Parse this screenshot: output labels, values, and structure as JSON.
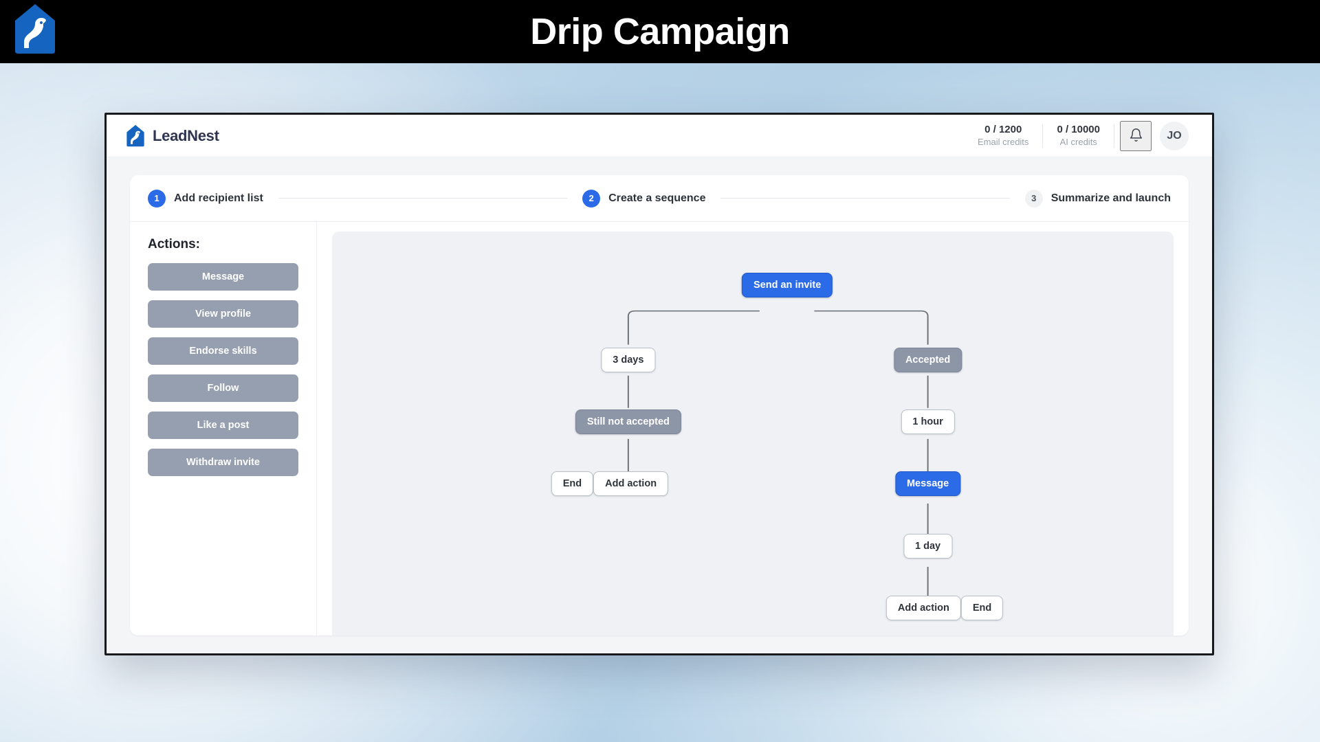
{
  "banner": {
    "title": "Drip Campaign",
    "logo_icon": "bird-nest-logo-icon"
  },
  "app_header": {
    "brand_icon": "bird-nest-logo-icon",
    "brand_name": "LeadNest",
    "credits": [
      {
        "value": "0 / 1200",
        "label": "Email credits"
      },
      {
        "value": "0 / 10000",
        "label": "AI credits"
      }
    ],
    "bell_icon": "notification-bell-icon",
    "avatar_initials": "JO"
  },
  "stepper": {
    "steps": [
      {
        "number": "1",
        "label": "Add recipient list",
        "state": "active"
      },
      {
        "number": "2",
        "label": "Create a sequence",
        "state": "active"
      },
      {
        "number": "3",
        "label": "Summarize and launch",
        "state": "idle"
      }
    ]
  },
  "actions": {
    "title": "Actions:",
    "items": [
      {
        "label": "Message"
      },
      {
        "label": "View profile"
      },
      {
        "label": "Endorse skills"
      },
      {
        "label": "Follow"
      },
      {
        "label": "Like a post"
      },
      {
        "label": "Withdraw invite"
      }
    ]
  },
  "sequence": {
    "root": {
      "label": "Send an invite",
      "style": "blue"
    },
    "left_branch": [
      {
        "label": "3 days",
        "style": "white"
      },
      {
        "label": "Still not accepted",
        "style": "gray"
      }
    ],
    "left_terminal": [
      {
        "label": "End",
        "style": "white"
      },
      {
        "label": "Add action",
        "style": "white"
      }
    ],
    "right_branch": [
      {
        "label": "Accepted",
        "style": "gray"
      },
      {
        "label": "1 hour",
        "style": "white"
      },
      {
        "label": "Message",
        "style": "blue"
      },
      {
        "label": "1 day",
        "style": "white"
      }
    ],
    "right_terminal": [
      {
        "label": "Add action",
        "style": "white"
      },
      {
        "label": "End",
        "style": "white"
      }
    ]
  },
  "colors": {
    "accent_blue": "#2b6be8",
    "node_gray": "#8d96a6",
    "action_gray": "#959fb0",
    "canvas_bg": "#eff1f4",
    "banner_bg": "#000000"
  }
}
